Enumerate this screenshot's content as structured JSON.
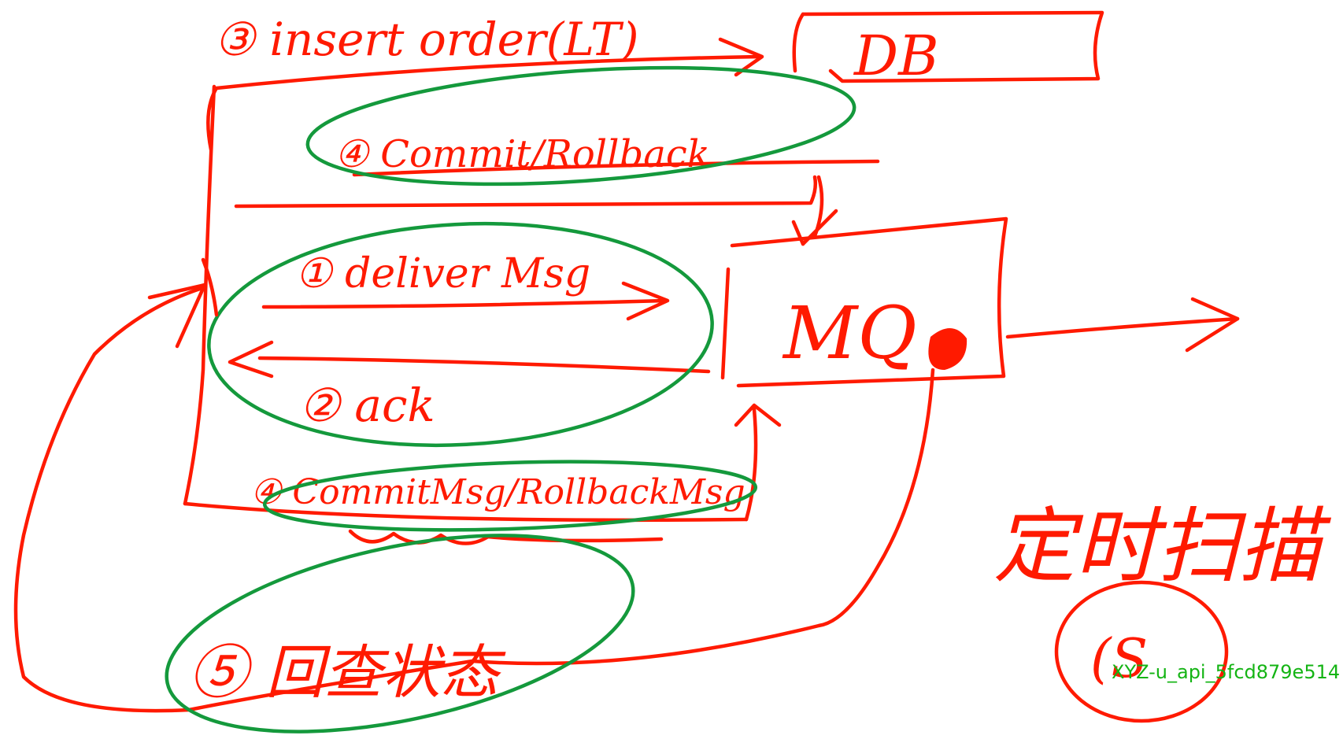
{
  "labels": {
    "insert_order": "③ insert order(LT)",
    "db": "DB",
    "commit_rollback": "④ Commit/Rollback",
    "deliver_msg": "① deliver Msg",
    "ack": "② ack",
    "mq": "MQ",
    "commit_msg": "④ CommitMsg/RollbackMsg",
    "check_back": "⑤ 回查状态",
    "timed_scan": "定时扫描",
    "scan_interval": "(S"
  },
  "watermark": "XYZ-u_api_5fcd879e514",
  "colors": {
    "red_ink": "#ff1a00",
    "green_ink": "#14993c",
    "watermark": "#14b414"
  }
}
